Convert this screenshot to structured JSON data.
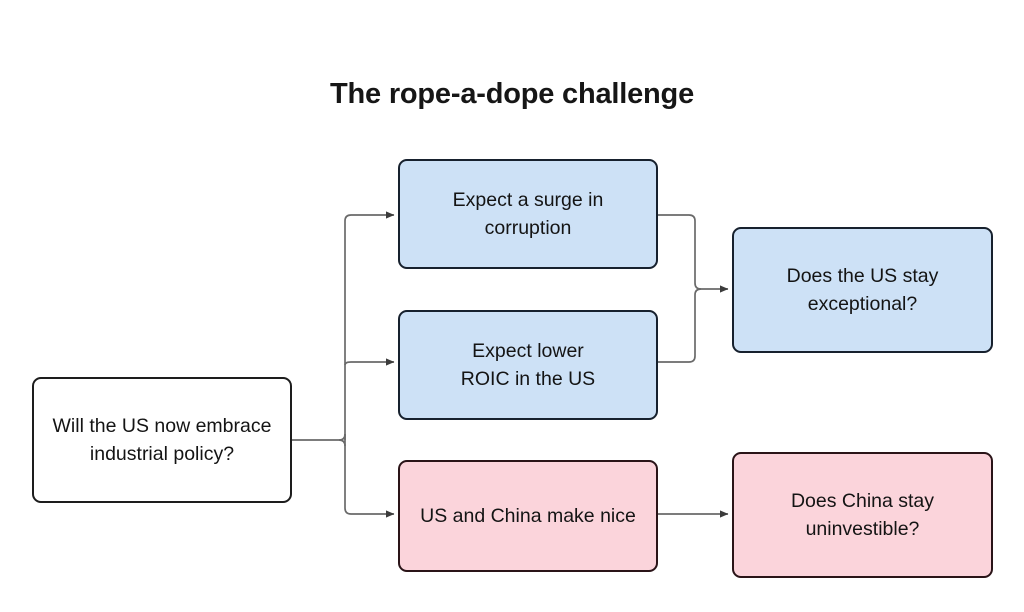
{
  "diagram": {
    "title": "The rope-a-dope challenge",
    "type": "flowchart",
    "colors": {
      "blue_fill": "#cde1f6",
      "blue_border": "#17212e",
      "pink_fill": "#fbd4db",
      "pink_border": "#2a1418",
      "white_fill": "#ffffff",
      "white_border": "#1d1d1d",
      "connector": "#5a5a5a",
      "text": "#141414"
    },
    "nodes": [
      {
        "id": "root",
        "label": "Will the US now embrace\nindustrial policy?",
        "style": "white"
      },
      {
        "id": "corruption",
        "label": "Expect a surge in\ncorruption",
        "style": "blue"
      },
      {
        "id": "roic",
        "label": "Expect lower\nROIC in the US",
        "style": "blue"
      },
      {
        "id": "exceptional",
        "label": "Does the US stay\nexceptional?",
        "style": "blue"
      },
      {
        "id": "makenice",
        "label": "US and China make nice",
        "style": "pink"
      },
      {
        "id": "uninvest",
        "label": "Does China stay\nuninvestible?",
        "style": "pink"
      }
    ],
    "edges": [
      {
        "from": "root",
        "to": "corruption",
        "shape": "elbow"
      },
      {
        "from": "root",
        "to": "roic",
        "shape": "elbow"
      },
      {
        "from": "root",
        "to": "makenice",
        "shape": "elbow"
      },
      {
        "from": "corruption",
        "to": "exceptional",
        "shape": "elbow"
      },
      {
        "from": "roic",
        "to": "exceptional",
        "shape": "elbow"
      },
      {
        "from": "makenice",
        "to": "uninvest",
        "shape": "straight"
      }
    ]
  }
}
